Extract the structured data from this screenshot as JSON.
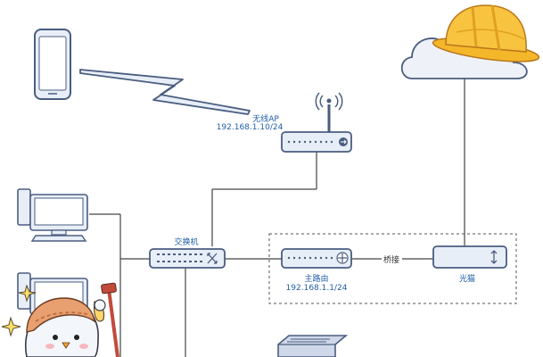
{
  "nodes": {
    "wireless_ap": {
      "name": "无线AP",
      "ip": "192.168.1.10/24"
    },
    "switch": {
      "name": "交换机"
    },
    "main_router": {
      "name": "主路由",
      "ip": "192.168.1.1/24"
    },
    "optical_modem": {
      "name": "光猫"
    },
    "bridge": {
      "label": "桥接"
    }
  },
  "colors": {
    "line": "#444444",
    "device_fill": "#e8eef8",
    "device_stroke": "#4a5d80",
    "label": "#1f5ea8",
    "cloud_fill": "#eef2f8",
    "hat": "#f5b72a",
    "dashed_box": "#555555"
  },
  "icons": [
    "phone-icon",
    "lightning-icon",
    "router-antenna-icon",
    "switch-icon",
    "router-icon",
    "modem-icon",
    "cloud-icon",
    "hard-hat-icon",
    "pc-icon",
    "penguin-mascot-icon",
    "server-icon"
  ]
}
